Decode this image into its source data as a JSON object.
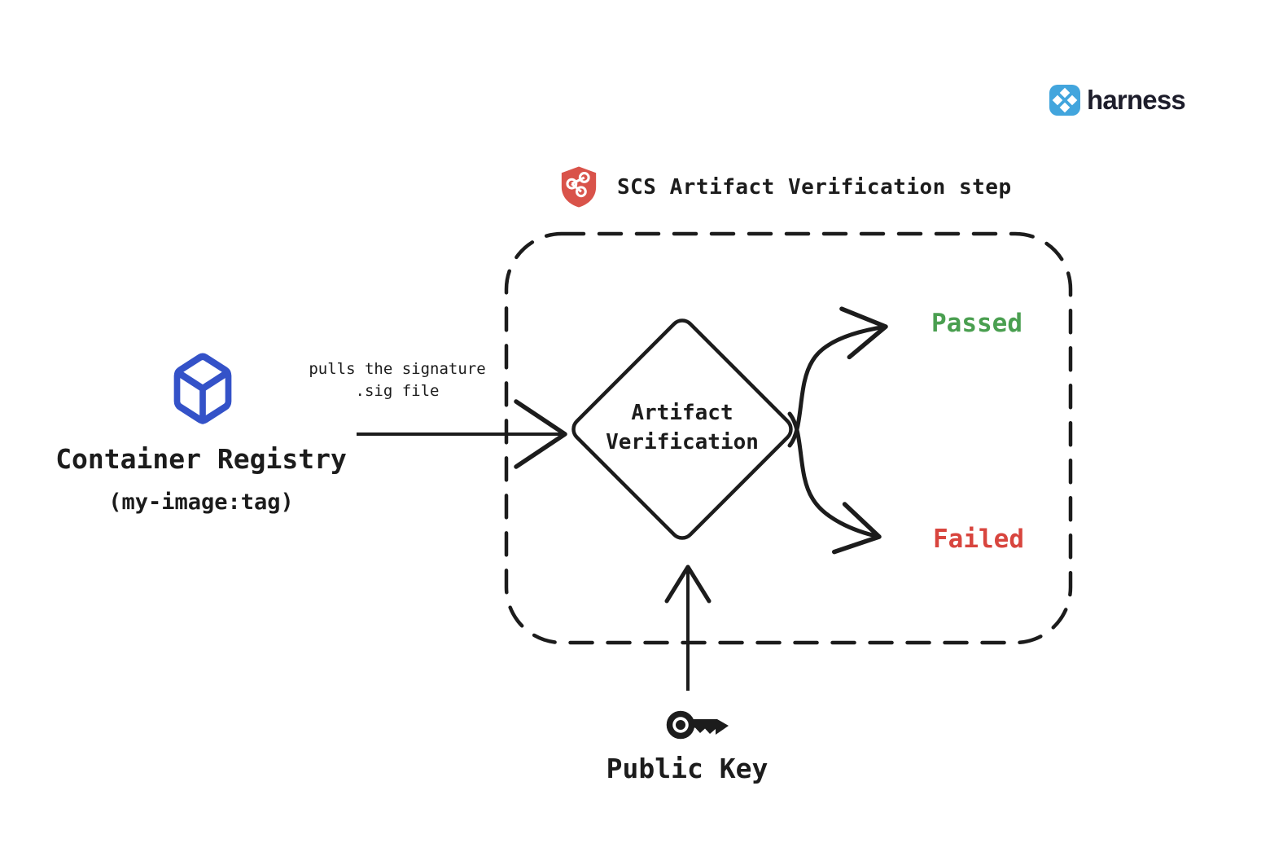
{
  "page": {
    "background": "#ffffff",
    "ink": "#1c1c1c"
  },
  "brand": {
    "wordmark": "harness",
    "logo_color": "#42a5dd",
    "wordmark_color": "#1d1d2b"
  },
  "step": {
    "title": "SCS Artifact Verification step",
    "shield_color": "#d9534a"
  },
  "registry": {
    "name": "Container Registry",
    "image_tag": "(my-image:tag)",
    "cube_color": "#3452c8"
  },
  "flow": {
    "pull_label_line1": "pulls the signature",
    "pull_label_line2": ".sig file",
    "decision_line1": "Artifact",
    "decision_line2": "Verification",
    "passed": {
      "label": "Passed",
      "color": "#4a9f50"
    },
    "failed": {
      "label": "Failed",
      "color": "#d8453e"
    },
    "key_label": "Public Key"
  }
}
